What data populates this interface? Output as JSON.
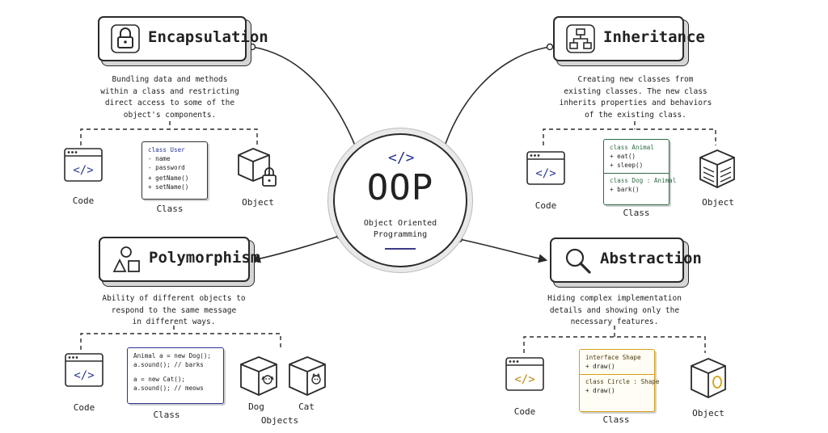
{
  "center": {
    "code_glyph": "</>",
    "title": "OOP",
    "subtitle_line1": "Object Oriented",
    "subtitle_line2": "Programming"
  },
  "encapsulation": {
    "title": "Encapsulation",
    "icon": "lock-icon",
    "description": [
      "Bundling data and methods",
      "within a class and restricting",
      "direct access to some of the",
      "object's components."
    ],
    "code_label": "Code",
    "class_label": "Class",
    "object_label": "Object",
    "class_card": [
      "class User",
      "- name",
      "- password",
      "+ getName()",
      "+ setName()"
    ]
  },
  "inheritance": {
    "title": "Inheritance",
    "icon": "hierarchy-icon",
    "description": [
      "Creating new classes from",
      "existing classes. The new class",
      "inherits properties and behaviors",
      "of the existing class."
    ],
    "code_label": "Code",
    "class_label": "Class",
    "object_label": "Object",
    "class_card": [
      "class Animal",
      "+ eat()",
      "+ sleep()",
      "class Dog : Animal",
      "+ bark()"
    ]
  },
  "polymorphism": {
    "title": "Polymorphism",
    "icon": "shapes-icon",
    "description": [
      "Ability of different objects to",
      "respond to the same message",
      "in different ways."
    ],
    "code_label": "Code",
    "class_label": "Class",
    "dog_label": "Dog",
    "cat_label": "Cat",
    "objects_label": "Objects",
    "class_card": [
      "Animal a = new Dog();",
      "a.sound(); // barks",
      "a = new Cat();",
      "a.sound(); // meows"
    ]
  },
  "abstraction": {
    "title": "Abstraction",
    "icon": "magnifier-icon",
    "description": [
      "Hiding complex implementation",
      "details and showing only the",
      "necessary features."
    ],
    "code_label": "Code",
    "class_label": "Class",
    "object_label": "Object",
    "class_card": [
      "interface Shape",
      "+ draw()",
      "class Circle : Shape",
      "+ draw()"
    ]
  },
  "colors": {
    "ink": "#2b2b2b",
    "code_blue": "#283593",
    "inheritance_green": "#2e6b44",
    "abstraction_gold": "#d4a017",
    "gold_fill": "#fdf6dc"
  }
}
